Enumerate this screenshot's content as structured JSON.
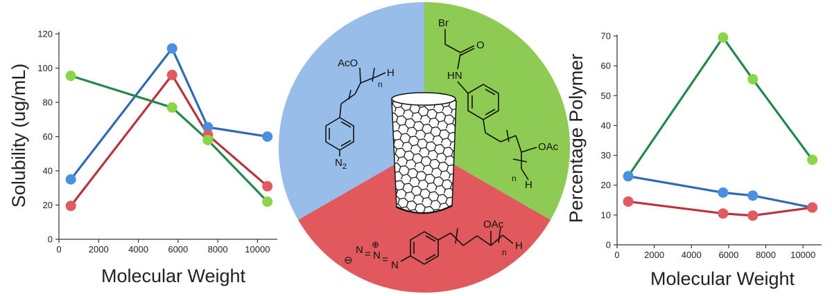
{
  "colors": {
    "blue": "#2f6ab7",
    "red": "#b8333b",
    "green": "#22894a",
    "blue_marker": "#4a90e0",
    "red_marker": "#e05a5f",
    "green_marker": "#8cd44a",
    "wedge_blue": "#97bde9",
    "wedge_green": "#8ecb52",
    "wedge_red": "#e0595d"
  },
  "chart_data": [
    {
      "type": "line",
      "xlabel": "Molecular Weight",
      "ylabel": "Solubility (ug/mL)",
      "xlim": [
        0,
        11000
      ],
      "ylim": [
        0,
        120
      ],
      "xticks": [
        "0",
        "2000",
        "4000",
        "6000",
        "8000",
        "10000"
      ],
      "yticks": [
        "0",
        "20",
        "40",
        "60",
        "80",
        "100",
        "120"
      ],
      "grid": false,
      "series": [
        {
          "color": "blue",
          "x": [
            600,
            5700,
            7500,
            10500
          ],
          "y": [
            35,
            111.5,
            65.5,
            60
          ]
        },
        {
          "color": "red",
          "x": [
            600,
            5700,
            7500,
            10500
          ],
          "y": [
            19.5,
            96,
            61,
            31
          ]
        },
        {
          "color": "green",
          "x": [
            600,
            5700,
            7500,
            10500
          ],
          "y": [
            95.5,
            77,
            58,
            22
          ]
        }
      ]
    },
    {
      "type": "line",
      "xlabel": "Molecular Weight",
      "ylabel": "Percentage Polymer",
      "xlim": [
        0,
        11000
      ],
      "ylim": [
        0,
        70
      ],
      "xticks": [
        "0",
        "2000",
        "4000",
        "6000",
        "8000",
        "10000"
      ],
      "yticks": [
        "0",
        "10",
        "20",
        "30",
        "40",
        "50",
        "60",
        "70"
      ],
      "grid": false,
      "series": [
        {
          "color": "green",
          "x": [
            600,
            5700,
            7300,
            10500
          ],
          "y": [
            23,
            69.5,
            55.5,
            28.5
          ]
        },
        {
          "color": "blue",
          "x": [
            600,
            5700,
            7300,
            10500
          ],
          "y": [
            23,
            17.5,
            16.5,
            12.5
          ]
        },
        {
          "color": "red",
          "x": [
            600,
            5700,
            7300,
            10500
          ],
          "y": [
            14.5,
            10.5,
            9.8,
            12.5
          ]
        }
      ]
    }
  ],
  "diagram": {
    "blue_sector": {
      "label_aco": "AcO",
      "label_h": "H",
      "label_n": "n",
      "label_n2": "N",
      "label_n2_sub": "2"
    },
    "green_sector": {
      "label_br": "Br",
      "label_o": "O",
      "label_hn": "HN",
      "label_oac": "OAc",
      "label_n": "n",
      "label_h": "H"
    },
    "red_sector": {
      "label_minus": "⊖",
      "label_plus": "⊕",
      "label_n1": "N",
      "label_eq1": "=",
      "label_n2": "N",
      "label_eq2": "=",
      "label_n3": "N",
      "label_oac": "OAc",
      "label_n": "n",
      "label_h": "H"
    }
  }
}
